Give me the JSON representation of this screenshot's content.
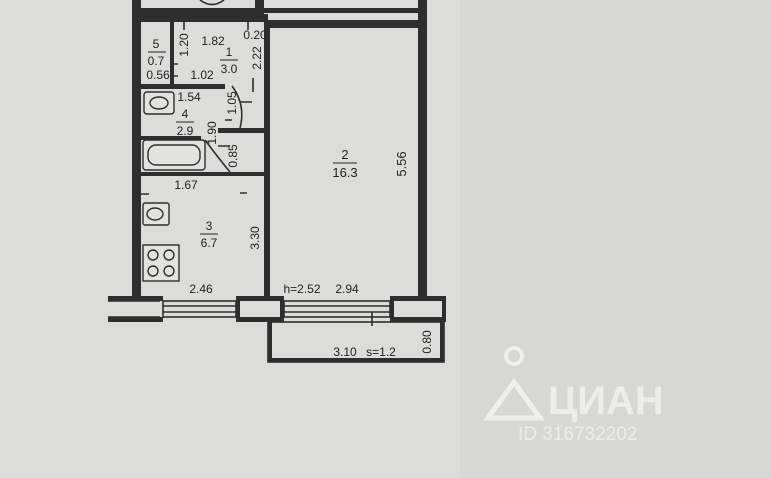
{
  "rooms": [
    {
      "id": "5",
      "area": "0.7"
    },
    {
      "id": "1",
      "area": "3.0"
    },
    {
      "id": "4",
      "area": "2.9"
    },
    {
      "id": "2",
      "area": "16.3"
    },
    {
      "id": "3",
      "area": "6.7"
    }
  ],
  "dimensions": {
    "d_182": "1.82",
    "d_020": "0.20",
    "d_120": "1.20",
    "d_222": "2.22",
    "d_056": "0.56",
    "d_102": "1.02",
    "d_154": "1.54",
    "d_105": "1.05",
    "d_190": "1.90",
    "d_085": "0.85",
    "d_167": "1.67",
    "d_330": "3.30",
    "d_556": "5.56",
    "d_246": "2.46",
    "d_height": "h=2.52",
    "d_294": "2.94",
    "d_310": "3.10",
    "d_balcony_area": "s=1.2",
    "d_080": "0.80"
  },
  "watermark": {
    "brand": "ЦИАН",
    "id_text": "ID 316732202"
  }
}
